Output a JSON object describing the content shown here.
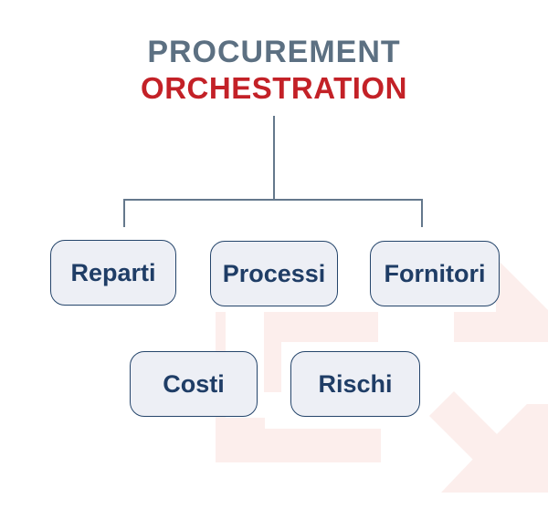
{
  "title": {
    "line1": "PROCUREMENT",
    "line2": "ORCHESTRATION"
  },
  "diagram": {
    "type": "hierarchy",
    "root_label": "PROCUREMENT ORCHESTRATION",
    "row1": [
      {
        "label": "Reparti"
      },
      {
        "label": "Processi"
      },
      {
        "label": "Fornitori"
      }
    ],
    "row2": [
      {
        "label": "Costi"
      },
      {
        "label": "Rischi"
      }
    ]
  },
  "colors": {
    "slate": "#5c7082",
    "red": "#c32127",
    "navy": "#1f3d66",
    "line": "#64788c",
    "box-bg": "#edeff5",
    "box-border": "#25456b",
    "watermark": "#fceeec",
    "bg": "#ffffff"
  },
  "watermark_description": "faint pink logo: blocky E fragments with diagonal arrow pointing down-right"
}
